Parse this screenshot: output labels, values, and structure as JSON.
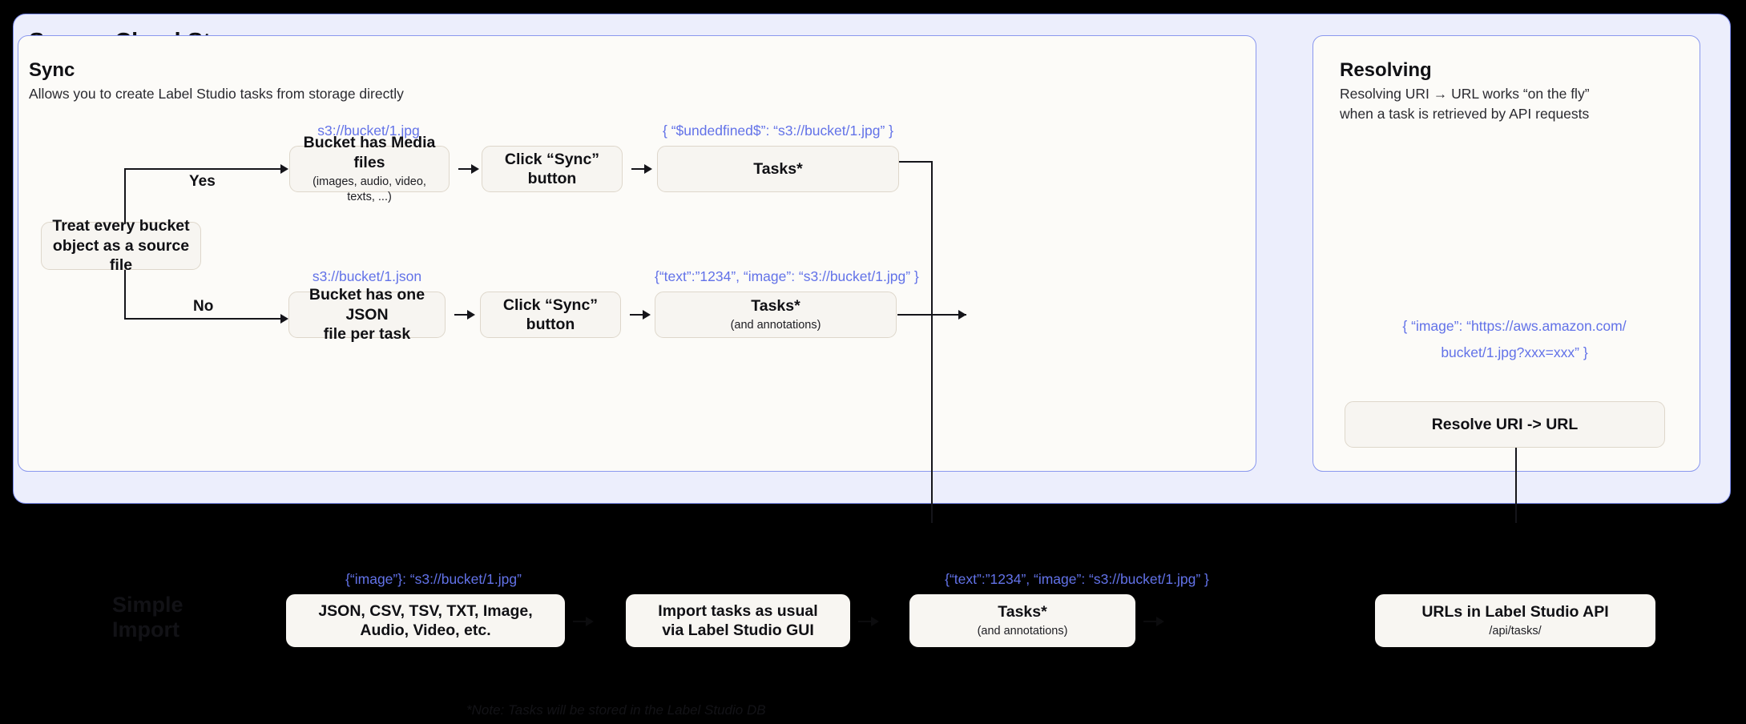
{
  "outer_panel": {
    "title": "Source Cloud Storage"
  },
  "sync_panel": {
    "heading": "Sync",
    "subtitle": "Allows you to create Label Studio tasks from storage directly",
    "decision": {
      "line1": "Treat every bucket",
      "line2": "object as a source file"
    },
    "branches": {
      "yes": "Yes",
      "no": "No"
    },
    "media_row": {
      "code_label": "s3://bucket/1.jpg",
      "box_title": "Bucket has Media files",
      "box_sub": "(images, audio, video, texts, ...)",
      "sync_button": "Click “Sync” button",
      "tasks_code": "{ “$undedfined$”: “s3://bucket/1.jpg” }",
      "tasks_title": "Tasks*"
    },
    "json_row": {
      "code_label": "s3://bucket/1.json",
      "box_title_line1": "Bucket has one JSON",
      "box_title_line2": "file per task",
      "sync_button": "Click “Sync” button",
      "tasks_code": "{“text”:”1234”,  “image”: “s3://bucket/1.jpg” }",
      "tasks_title": "Tasks*",
      "tasks_sub": "(and annotations)"
    }
  },
  "resolving_panel": {
    "heading": "Resolving",
    "subtitle_line1": "Resolving URI → URL works “on the fly”",
    "subtitle_line2": "when a task is retrieved by API requests",
    "code_line1": "{ “image”: “https://aws.amazon.com/",
    "code_line2": "bucket/1.jpg?xxx=xxx” }",
    "box_title": "Resolve URI -> URL"
  },
  "simple_import": {
    "title_line1": "Simple",
    "title_line2": "Import",
    "formats_code": "{“image”}: “s3://bucket/1.jpg”",
    "formats_title_line1": "JSON, CSV, TSV, TXT, Image,",
    "formats_title_line2": "Audio, Video, etc.",
    "import_line1": "Import tasks as usual",
    "import_line2": "via Label Studio GUI",
    "tasks_code": "{“text”:”1234”,  “image”: “s3://bucket/1.jpg” }",
    "tasks_title": "Tasks*",
    "tasks_sub": "(and annotations)",
    "api_title": "URLs in Label Studio API",
    "api_sub": "/api/tasks/"
  },
  "footnote": "*Note: Tasks will be stored in the Label Studio DB",
  "colors": {
    "accent_blue": "#6272e8",
    "panel_lavender": "#eceefc",
    "panel_border": "#7e8ef0",
    "box_fill": "#f7f5f1",
    "box_border": "#ded7cb",
    "background": "#000000"
  }
}
